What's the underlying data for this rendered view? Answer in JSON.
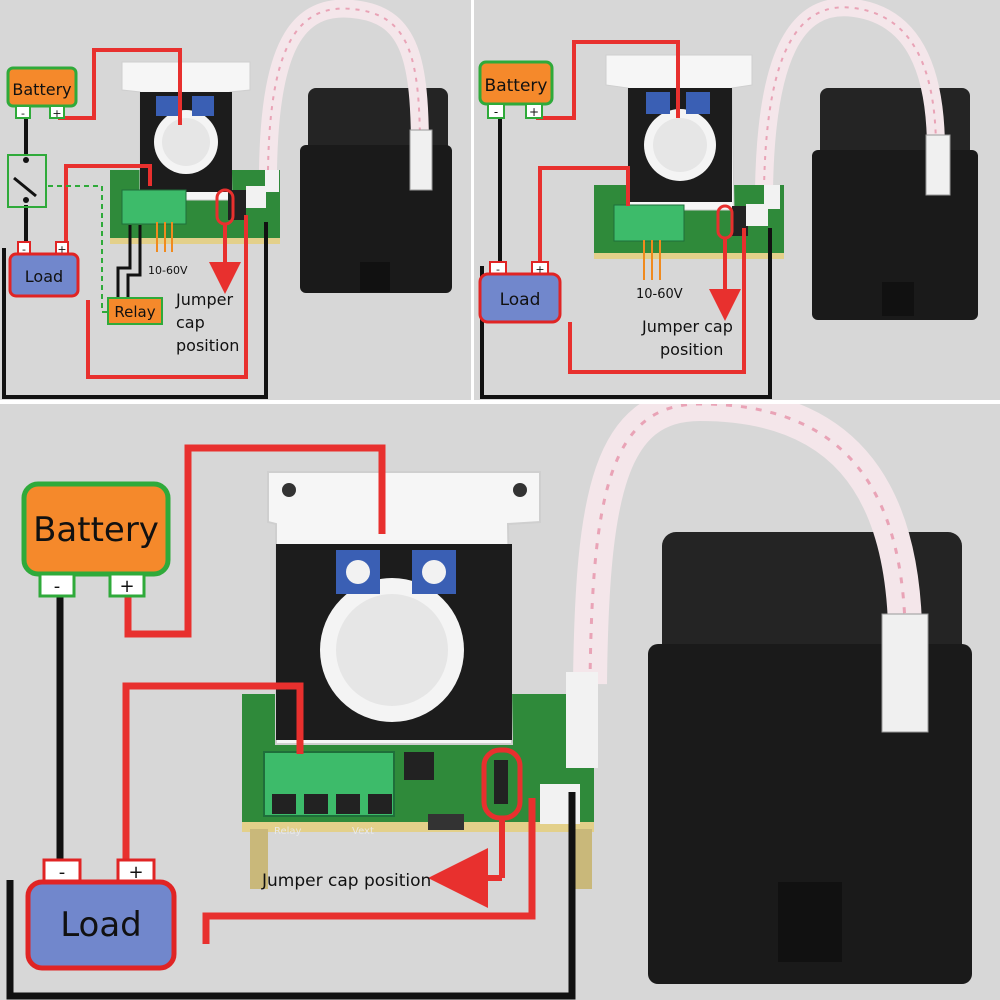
{
  "labels": {
    "battery": "Battery",
    "load": "Load",
    "relay": "Relay",
    "minus": "-",
    "plus": "+",
    "voltage_range": "10-60V",
    "jumper_line1": "Jumper",
    "jumper_line2": "cap",
    "jumper_line3": "position",
    "jumper_cap_line1": "Jumper cap",
    "jumper_cap_line2": "position",
    "jumper_cap_full": "Jumper cap position",
    "board_relay": "Relay",
    "board_vext": "Vext"
  },
  "colors": {
    "battery_fill": "#f5892b",
    "battery_border": "#2faa3a",
    "load_fill": "#7187cc",
    "load_border": "#e02424",
    "relay_fill": "#f5892b",
    "wire_red": "#e8302e",
    "wire_black": "#111111",
    "wire_orange": "#f08a1e",
    "dashed_green": "#2faa3a",
    "pcb_green": "#2f8a3a",
    "terminal_green": "#3dbb6a",
    "panel_bg": "#d7d7d7"
  }
}
